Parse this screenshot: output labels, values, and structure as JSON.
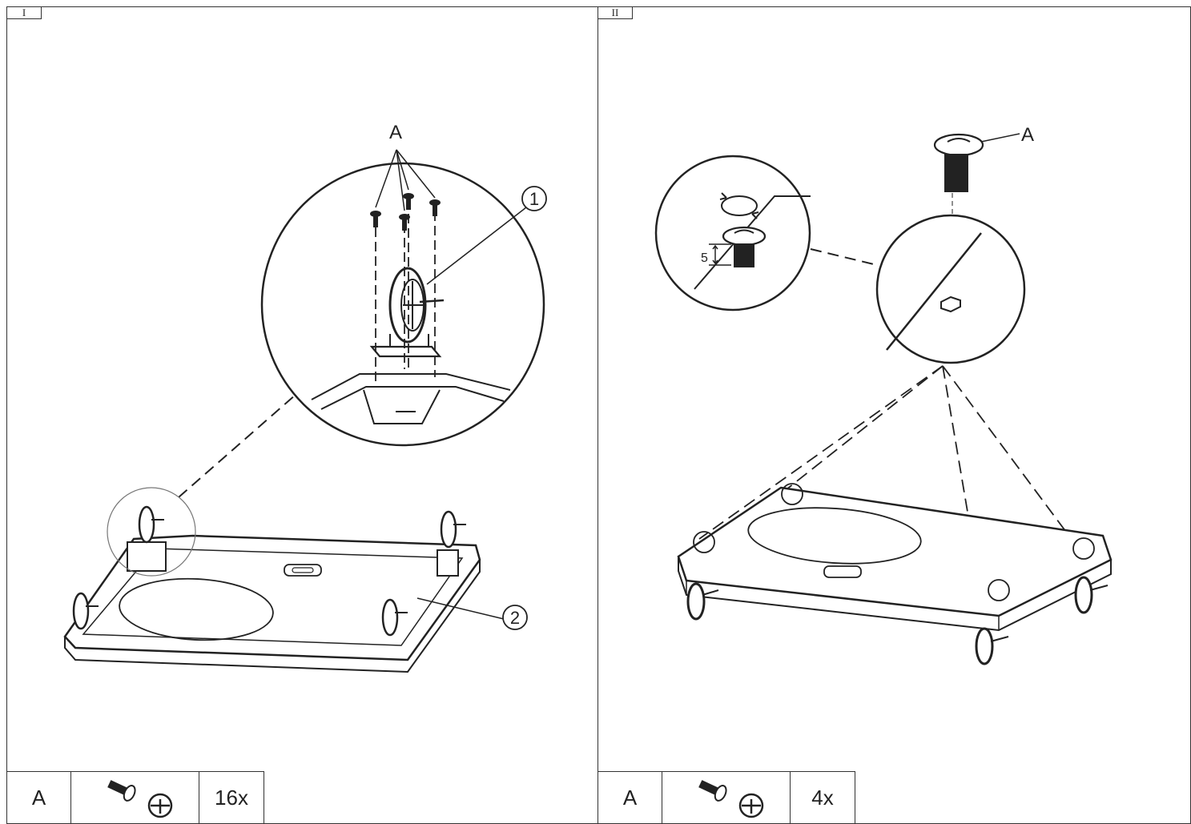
{
  "steps": [
    {
      "step_label": "I",
      "part_callout": "A",
      "callouts": [
        "1",
        "2"
      ],
      "parts_table": {
        "code": "A",
        "icon": "screw-icon",
        "quantity": "16x"
      }
    },
    {
      "step_label": "II",
      "part_callout": "A",
      "dimension": "5",
      "parts_table": {
        "code": "A",
        "icon": "screw-icon",
        "quantity": "4x"
      }
    }
  ],
  "colors": {
    "line": "#222222",
    "background": "#ffffff",
    "fill_light": "#f4f4f4"
  }
}
